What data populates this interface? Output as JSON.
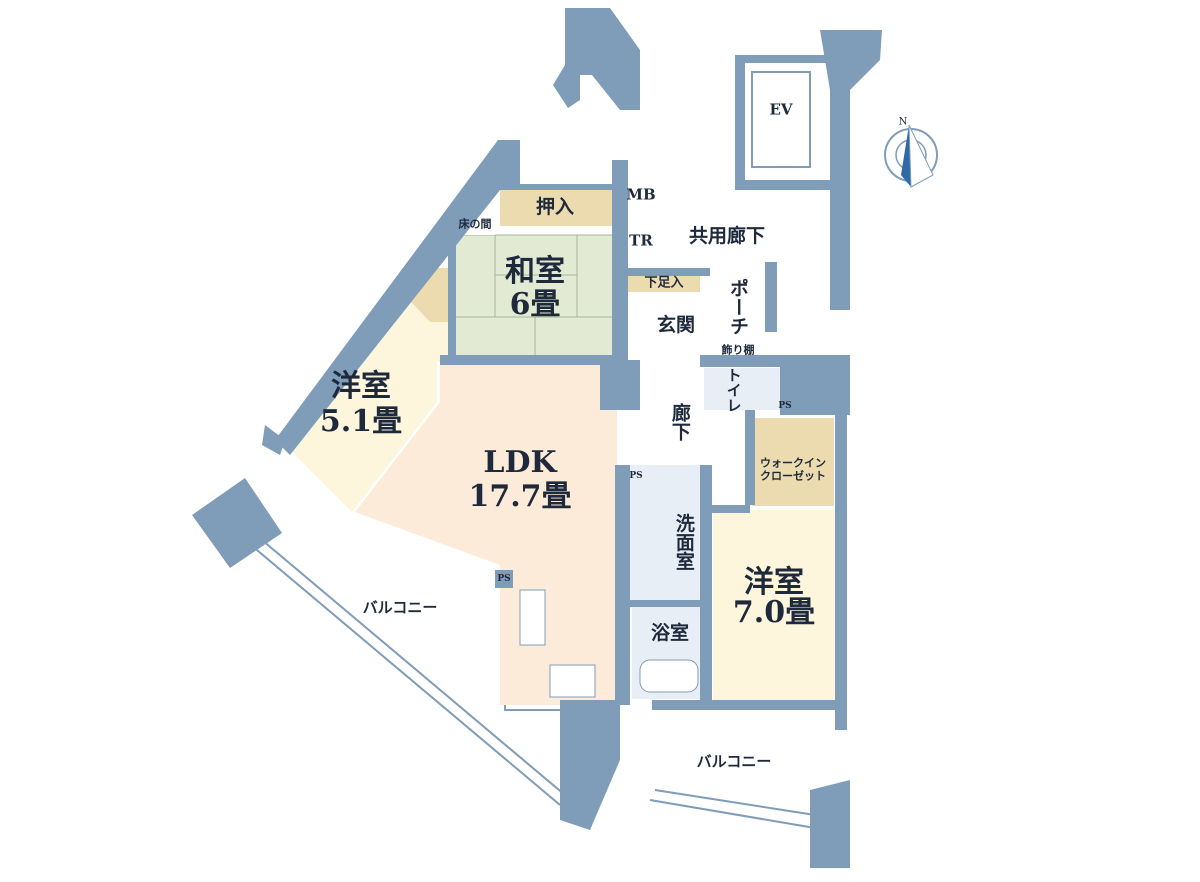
{
  "colors": {
    "wall": "#7f9cb8",
    "ldk": "#fcebd9",
    "western": "#fdf5dc",
    "japanese": "#e3ead4",
    "storage": "#ecdbae",
    "wet": "#e7eef6"
  },
  "rooms": {
    "western1": {
      "name": "洋室",
      "size": "5.1畳"
    },
    "japanese": {
      "name": "和室",
      "size": "6畳"
    },
    "ldk": {
      "name": "LDK",
      "size": "17.7畳"
    },
    "western2": {
      "name": "洋室",
      "size": "7.0畳"
    },
    "closet": "押入",
    "tokonoma": "床の間",
    "mb": "MB",
    "tr": "TR",
    "common_hall": "共用廊下",
    "shoe": "下足入",
    "entrance": "玄関",
    "porch": "ポーチ",
    "shelf": "飾り棚",
    "toilet": "トイレ",
    "hall": "廊下",
    "wic": "ウォークイン\nクローゼット",
    "washroom": "洗面室",
    "bath": "浴室",
    "balcony_left": "バルコニー",
    "balcony_right": "バルコニー",
    "ev": "EV",
    "ps": "PS"
  },
  "compass": {
    "label": "N"
  }
}
